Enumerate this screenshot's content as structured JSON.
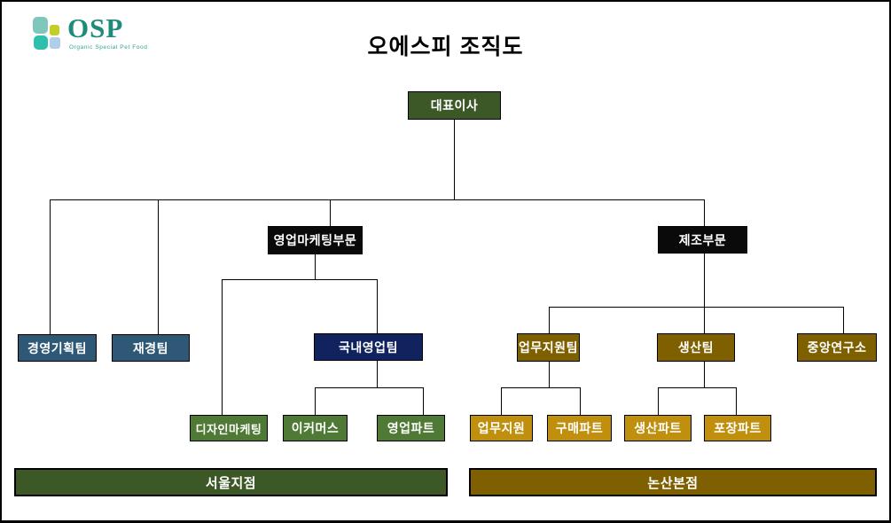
{
  "logo": {
    "text": "OSP",
    "tagline": "Organic Special Pet Food",
    "text_color": "#1F8C7B",
    "tagline_color": "#33A193",
    "mark_colors": {
      "top_left": "#7FC7BB",
      "top_right": "#C3CF25",
      "bottom_left": "#2EBFAD",
      "bottom_right": "#AFCEE8"
    }
  },
  "title": "오에스피 조직도",
  "org": {
    "ceo": {
      "label": "대표이사",
      "color": "#3B5826"
    },
    "divisions": {
      "sales_marketing": {
        "label": "영업마케팅부문",
        "color": "#0A0A0A"
      },
      "manufacturing": {
        "label": "제조부문",
        "color": "#0A0A0A"
      }
    },
    "teams": {
      "planning": {
        "label": "경영기획팀",
        "color": "#2E5876"
      },
      "finance": {
        "label": "재경팀",
        "color": "#2E5876"
      },
      "domestic_sales": {
        "label": "국내영업팀",
        "color": "#10235E"
      },
      "biz_support": {
        "label": "업무지원팀",
        "color": "#7F6000"
      },
      "production": {
        "label": "생산팀",
        "color": "#7F6000"
      },
      "research": {
        "label": "중앙연구소",
        "color": "#7F6000"
      }
    },
    "parts": {
      "design_marketing": {
        "label": "디자인마케팅",
        "color": "#4E7A35"
      },
      "ecommerce": {
        "label": "이커머스",
        "color": "#4E7A35"
      },
      "sales_part": {
        "label": "영업파트",
        "color": "#4E7A35"
      },
      "biz_support_part": {
        "label": "업무지원",
        "color": "#C08F0E"
      },
      "purchasing": {
        "label": "구매파트",
        "color": "#C08F0E"
      },
      "production_part": {
        "label": "생산파트",
        "color": "#C08F0E"
      },
      "packaging": {
        "label": "포장파트",
        "color": "#C08F0E"
      }
    },
    "branches": {
      "seoul": {
        "label": "서울지점",
        "color": "#3B5826"
      },
      "nonsan": {
        "label": "논산본점",
        "color": "#7F6000"
      }
    }
  }
}
